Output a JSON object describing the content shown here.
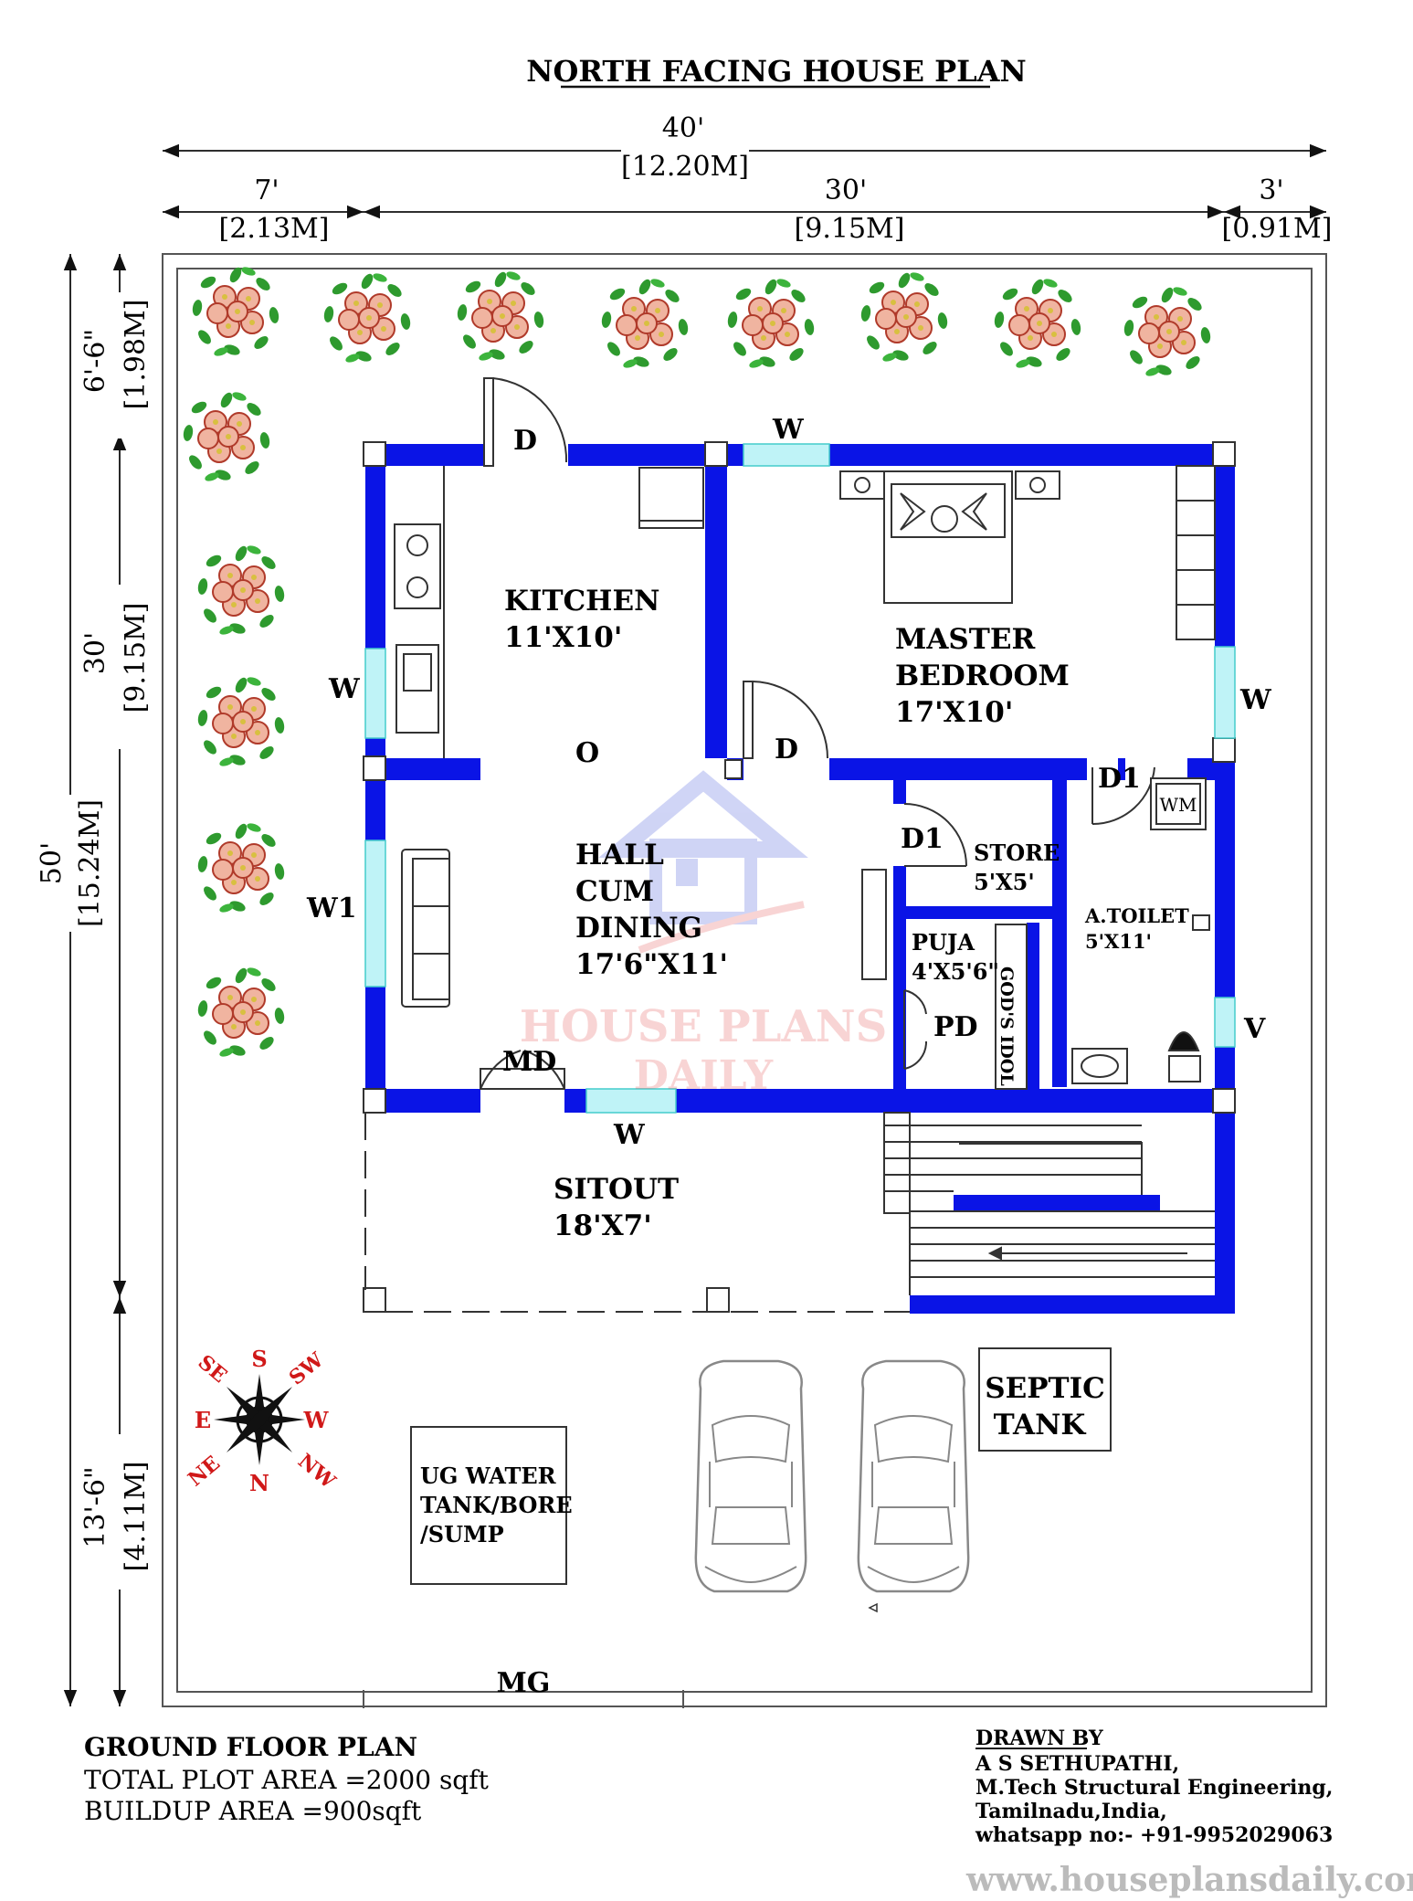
{
  "title": "NORTH FACING HOUSE PLAN",
  "dimensions": {
    "total_width": "40'",
    "total_width_m": "[12.20M]",
    "seg1": "7'",
    "seg1_m": "[2.13M]",
    "seg2": "30'",
    "seg2_m": "[9.15M]",
    "seg3": "3'",
    "seg3_m": "[0.91M]",
    "total_depth": "50'",
    "total_depth_m": "[15.24M]",
    "vseg1": "6'-6\"",
    "vseg1_m": "[1.98M]",
    "vseg2": "30'",
    "vseg2_m": "[9.15M]",
    "vseg3": "13'-6\"",
    "vseg3_m": "[4.11M]"
  },
  "rooms": {
    "kitchen": "KITCHEN",
    "kitchen_size": "11'X10'",
    "master1": "MASTER",
    "master2": "BEDROOM",
    "master_size": "17'X10'",
    "hall1": "HALL",
    "hall2": "CUM",
    "hall3": "DINING",
    "hall_size": "17'6\"X11'",
    "store": "STORE",
    "store_size": "5'X5'",
    "toilet": "A.TOILET",
    "toilet_size": "5'X11'",
    "puja": "PUJA",
    "puja_size": "4'X5'6\"",
    "gods_idol": "GOD'S IDOL",
    "sitout": "SITOUT",
    "sitout_size": "18'X7'",
    "septic1": "SEPTIC",
    "septic2": "TANK",
    "ug1": "UG WATER",
    "ug2": "TANK/BORE",
    "ug3": "/SUMP"
  },
  "labels": {
    "d": "D",
    "d1": "D1",
    "w": "W",
    "w1": "W1",
    "o": "O",
    "md": "MD",
    "pd": "PD",
    "v": "V",
    "wm": "WM",
    "mg": "MG"
  },
  "compass": {
    "n": "N",
    "s": "S",
    "e": "E",
    "w": "W",
    "ne": "NE",
    "nw": "NW",
    "se": "SE",
    "sw": "SW"
  },
  "watermark": {
    "line1": "HOUSE PLANS",
    "line2": "DAILY"
  },
  "footer": {
    "heading": "GROUND FLOOR PLAN",
    "plot_area": "TOTAL PLOT AREA =2000 sqft",
    "build_area": "BUILDUP AREA =900sqft",
    "drawn_by": "DRAWN BY",
    "name": "A S SETHUPATHI,",
    "degree": "M.Tech Structural Engineering,",
    "location": "Tamilnadu,India,",
    "whatsapp": "whatsapp no:- +91-9952029063",
    "website": "www.houseplansdaily.com"
  },
  "colors": {
    "wall": "#0a14e6",
    "window": "#bff3f7",
    "tree_petal": "#e8a088",
    "tree_leaf": "#2e9a2e",
    "compass": "#d01818"
  }
}
